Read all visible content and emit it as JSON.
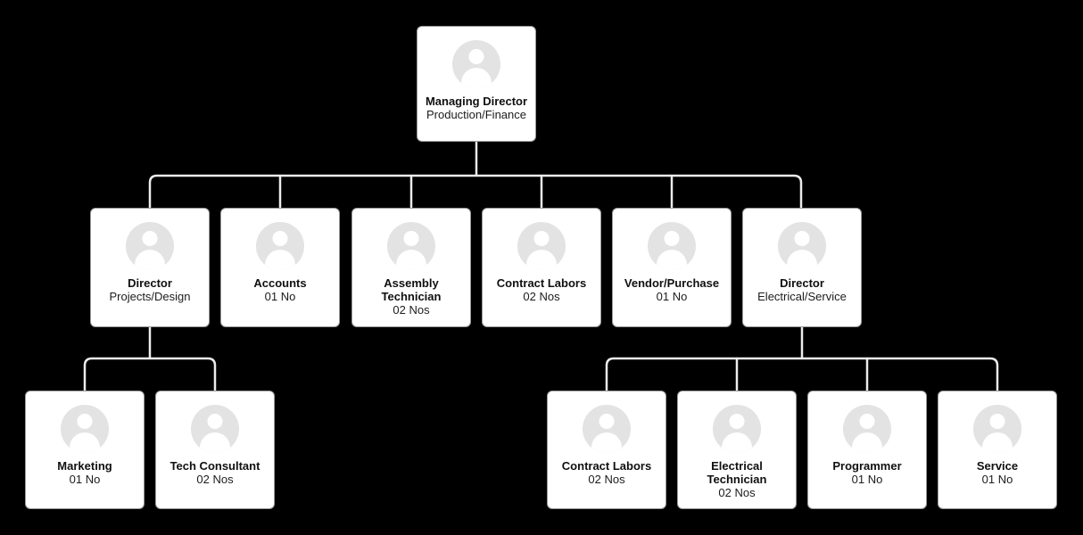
{
  "diagram": {
    "type": "org-chart",
    "background_color": "#000000",
    "node_fill": "#ffffff",
    "node_border_color": "#9a9a9a",
    "connector_color": "#ececec",
    "avatar_circle_color": "#e3e3e3",
    "avatar_person_color": "#ffffff",
    "title_color": "#101010",
    "subtitle_color": "#1c1c1c"
  },
  "nodes": [
    {
      "id": "managing-director",
      "title": "Managing Director",
      "subtitle": "Production/Finance"
    },
    {
      "id": "director-projects",
      "title": "Director",
      "subtitle": "Projects/Design"
    },
    {
      "id": "accounts",
      "title": "Accounts",
      "subtitle": "01 No"
    },
    {
      "id": "assembly-technician",
      "title": "Assembly Technician",
      "subtitle": "02 Nos"
    },
    {
      "id": "contract-labors-prod",
      "title": "Contract Labors",
      "subtitle": "02 Nos"
    },
    {
      "id": "vendor-purchase",
      "title": "Vendor/Purchase",
      "subtitle": "01 No"
    },
    {
      "id": "director-electrical",
      "title": "Director",
      "subtitle": "Electrical/Service"
    },
    {
      "id": "marketing",
      "title": "Marketing",
      "subtitle": "01 No"
    },
    {
      "id": "tech-consultant",
      "title": "Tech Consultant",
      "subtitle": "02 Nos"
    },
    {
      "id": "contract-labors-elec",
      "title": "Contract Labors",
      "subtitle": "02 Nos"
    },
    {
      "id": "electrical-technician",
      "title": "Electrical Technician",
      "subtitle": "02 Nos"
    },
    {
      "id": "programmer",
      "title": "Programmer",
      "subtitle": "01 No"
    },
    {
      "id": "service",
      "title": "Service",
      "subtitle": "01 No"
    }
  ],
  "edges": [
    {
      "from": "managing-director",
      "to": "director-projects"
    },
    {
      "from": "managing-director",
      "to": "accounts"
    },
    {
      "from": "managing-director",
      "to": "assembly-technician"
    },
    {
      "from": "managing-director",
      "to": "contract-labors-prod"
    },
    {
      "from": "managing-director",
      "to": "vendor-purchase"
    },
    {
      "from": "managing-director",
      "to": "director-electrical"
    },
    {
      "from": "director-projects",
      "to": "marketing"
    },
    {
      "from": "director-projects",
      "to": "tech-consultant"
    },
    {
      "from": "director-electrical",
      "to": "contract-labors-elec"
    },
    {
      "from": "director-electrical",
      "to": "electrical-technician"
    },
    {
      "from": "director-electrical",
      "to": "programmer"
    },
    {
      "from": "director-electrical",
      "to": "service"
    }
  ]
}
